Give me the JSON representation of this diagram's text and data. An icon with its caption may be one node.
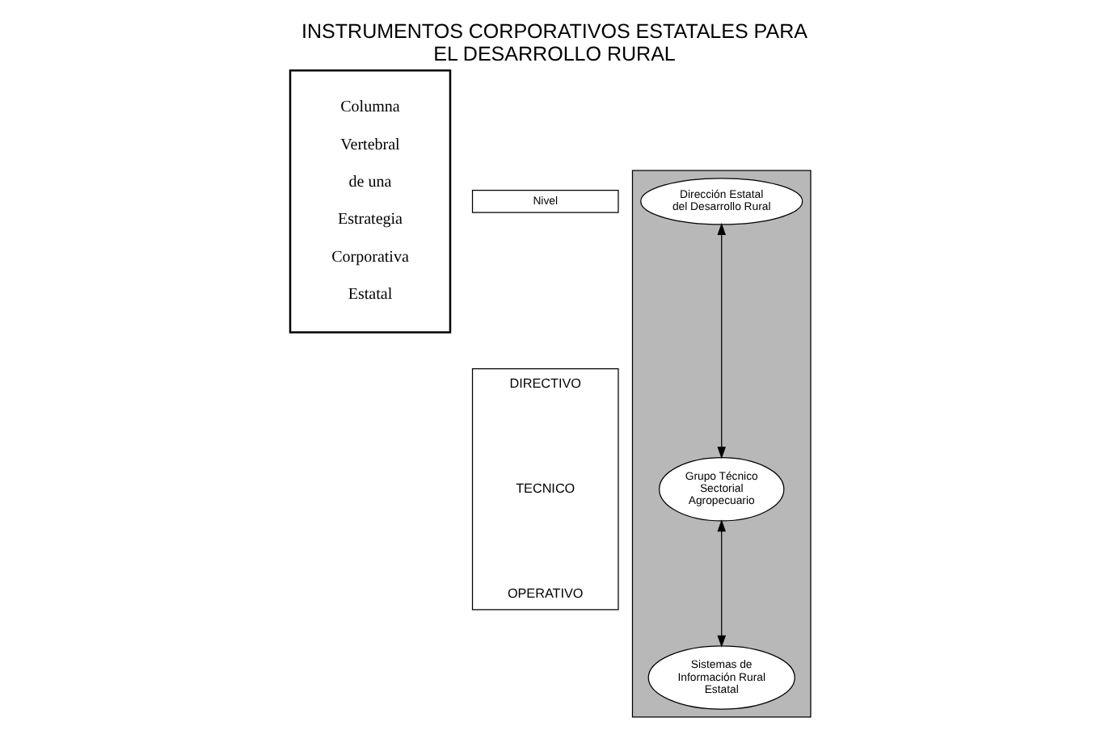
{
  "diagram": {
    "title": "INSTRUMENTOS CORPORATIVOS ESTATALES PARA EL DESARROLLO RURAL",
    "nodes": [
      {
        "text": [
          "Columna Vertebral de una Estrategia Corporativa Estatal"
        ]
      },
      {
        "text": [
          "Nivel"
        ]
      },
      {
        "text": [
          "DIRECTIVO",
          "TECNICO",
          "OPERATIVO"
        ]
      },
      {
        "text": [],
        "shape": "box"
      },
      {
        "text": [
          "Dirección Estatal del Desarrollo Rural"
        ],
        "in": 3
      },
      {
        "text": [
          "Grupo Técnico Sectorial Agropecuario"
        ],
        "in": 3
      },
      {
        "text": [
          "Sistemas de Información Rural Estatal"
        ],
        "in": 3
      }
    ],
    "edges": [
      {
        "from": 4,
        "to": 5,
        "arrow": "both"
      },
      {
        "from": 5,
        "to": 6,
        "arrow": "both"
      }
    ]
  }
}
